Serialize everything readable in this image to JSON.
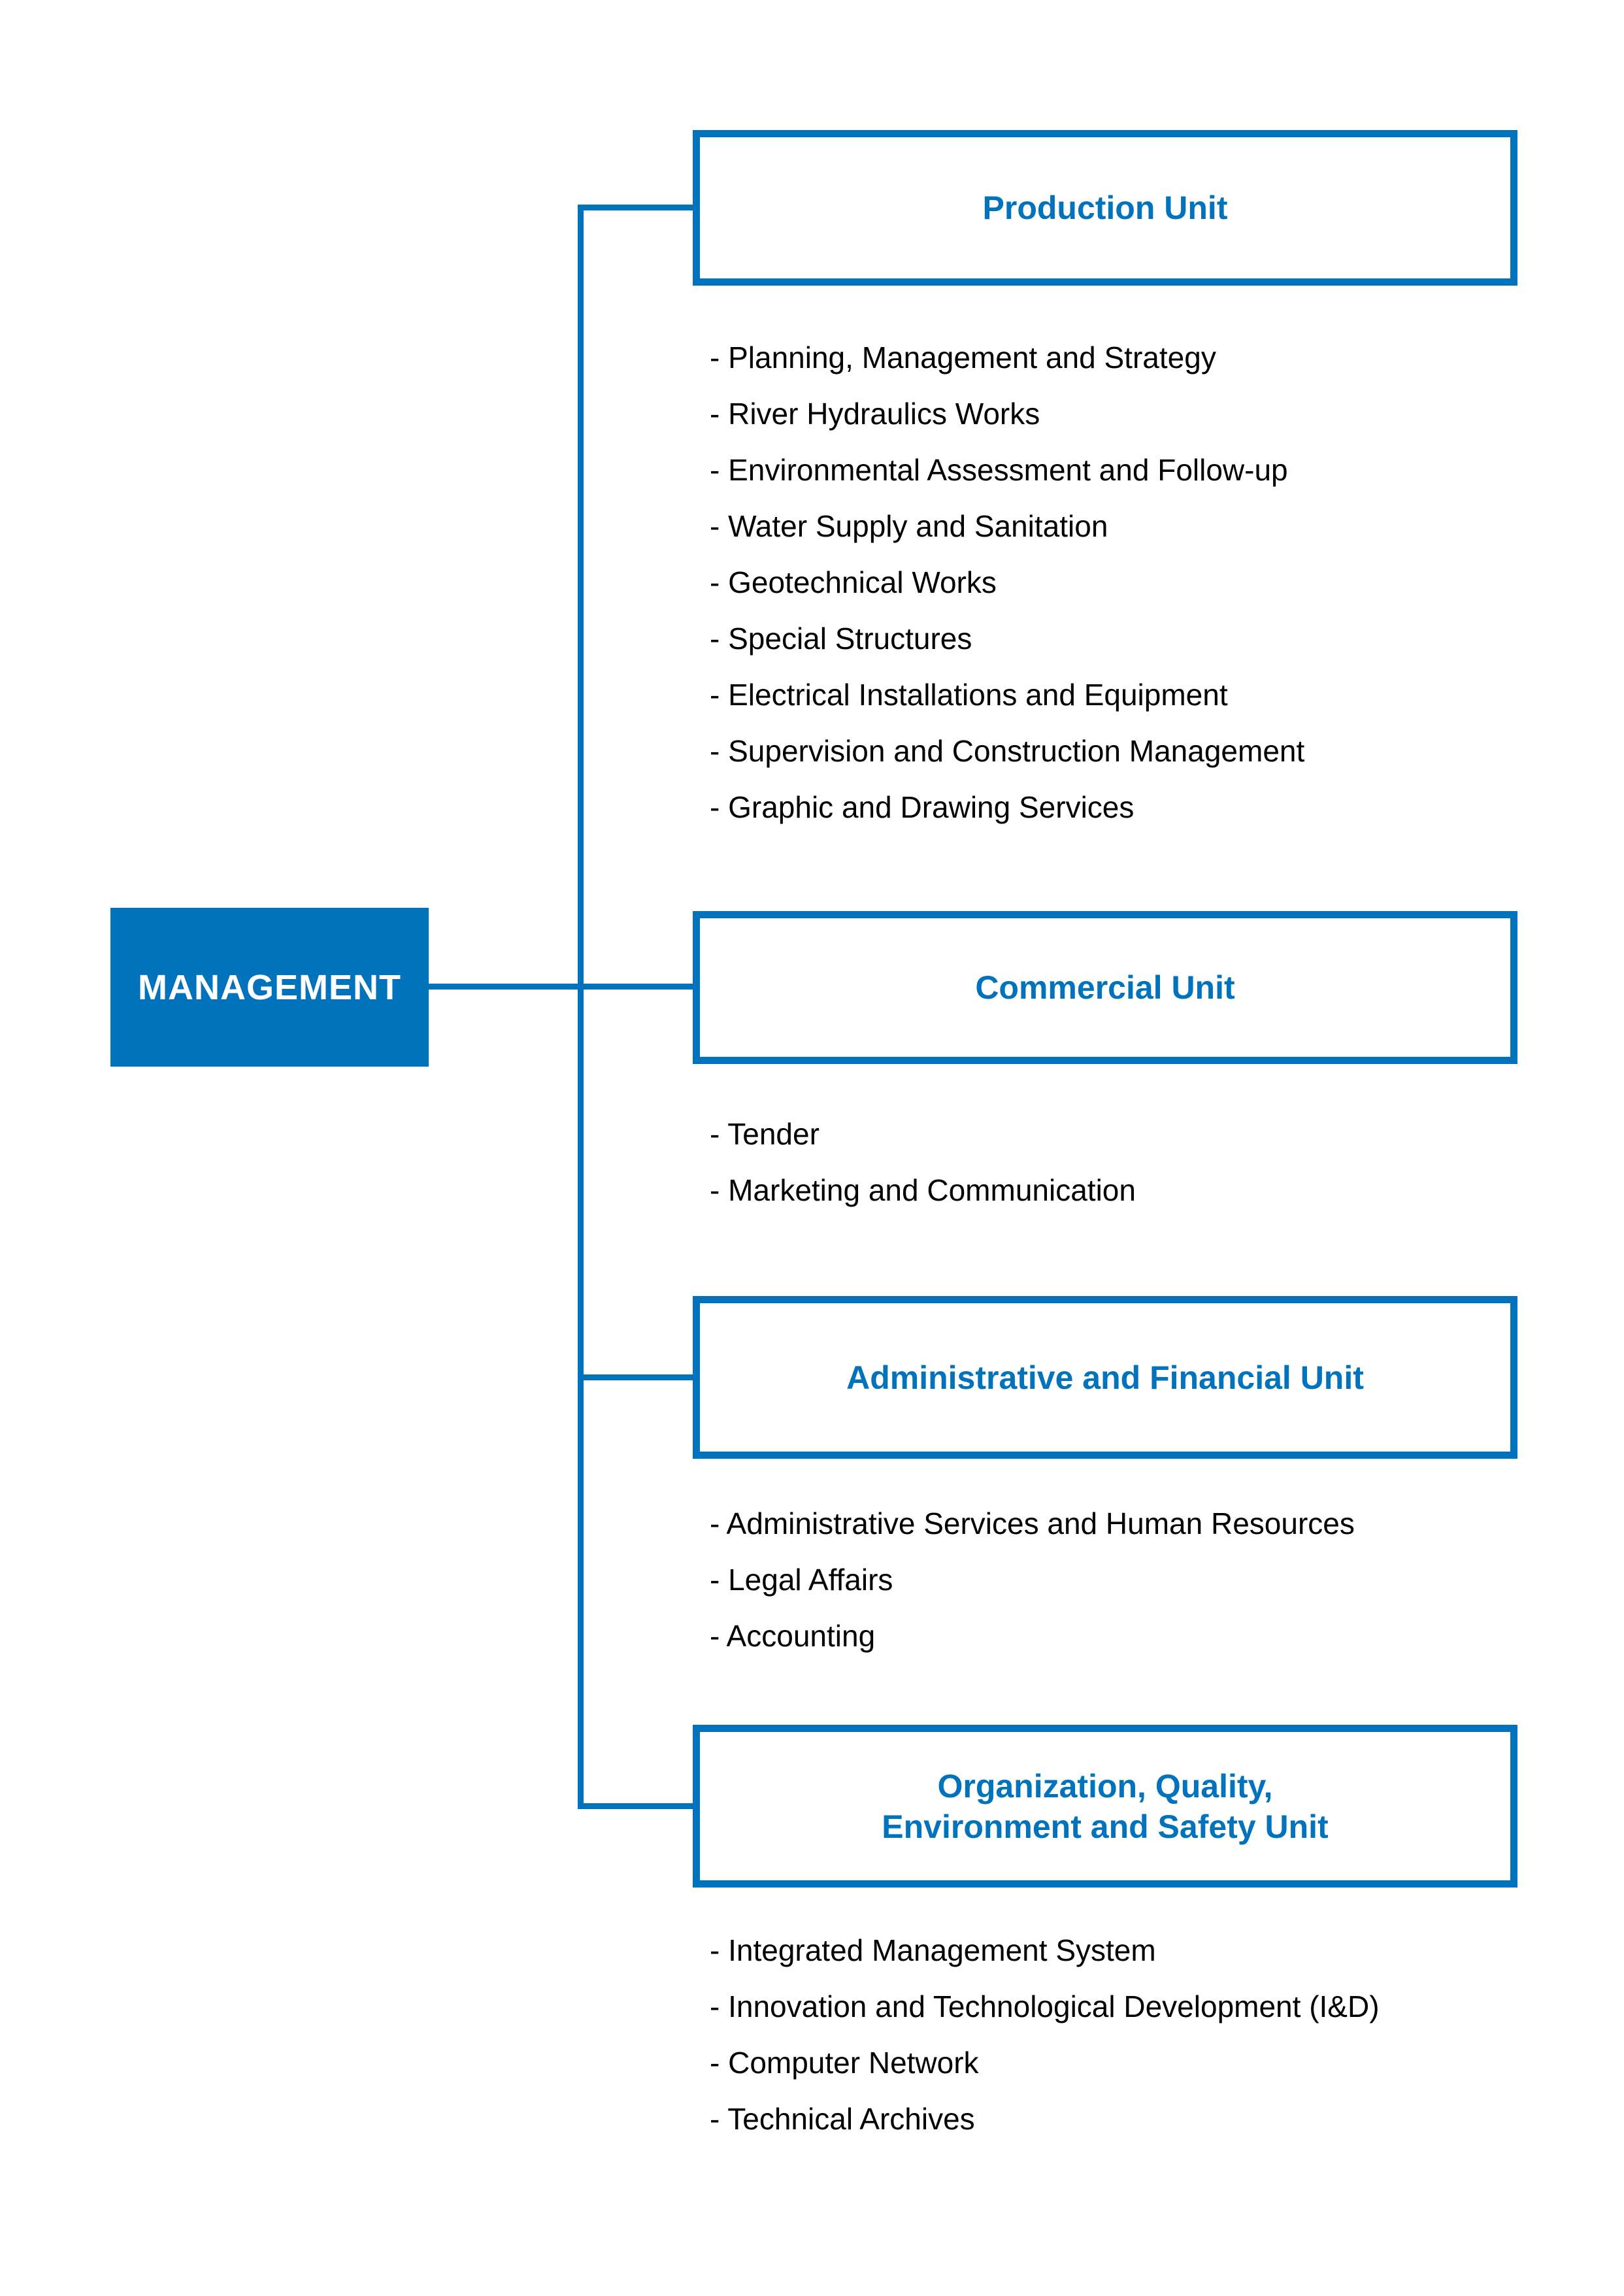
{
  "root": {
    "label": "MANAGEMENT"
  },
  "units": [
    {
      "title": "Production Unit",
      "items": [
        "- Planning, Management and Strategy",
        "- River Hydraulics Works",
        "- Environmental Assessment and Follow-up",
        "- Water Supply and Sanitation",
        "- Geotechnical Works",
        "- Special Structures",
        "- Electrical Installations and Equipment",
        "- Supervision and Construction Management",
        "- Graphic and Drawing Services"
      ]
    },
    {
      "title": "Commercial Unit",
      "items": [
        "- Tender",
        "- Marketing and Communication"
      ]
    },
    {
      "title": "Administrative and Financial Unit",
      "items": [
        "- Administrative Services and Human Resources",
        "- Legal Affairs",
        "- Accounting"
      ]
    },
    {
      "title": "Organization, Quality,\nEnvironment and Safety Unit",
      "items": [
        "- Integrated Management System",
        "- Innovation and Technological Development (I&D)",
        "- Computer Network",
        "- Technical Archives"
      ]
    }
  ],
  "colors": {
    "accent": "#0173BD",
    "box_text": "#FFFFFF",
    "list_text": "#000000"
  }
}
